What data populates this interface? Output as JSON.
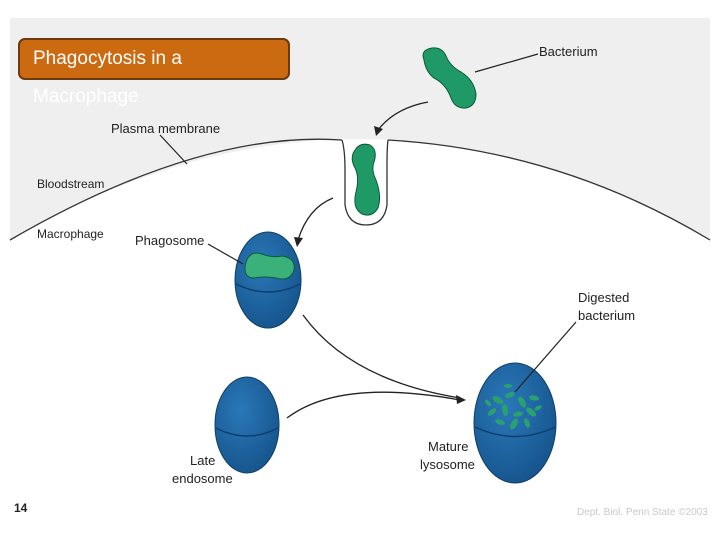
{
  "title": "Phagocytosis in a Macrophage",
  "labels": {
    "bacterium": "Bacterium",
    "plasma_membrane": "Plasma membrane",
    "bloodstream": "Bloodstream",
    "macrophage": "Macrophage",
    "phagosome": "Phagosome",
    "digested_line1": "Digested",
    "digested_line2": "bacterium",
    "late_line1": "Late",
    "late_line2": "endosome",
    "mature_line1": "Mature",
    "mature_line2": "lysosome"
  },
  "slide_number": "14",
  "credit": "Dept. Biol. Penn State ©2003",
  "colors": {
    "title_bg": "#cc6a12",
    "bacterium": "#1f9a66",
    "vesicle": "#1a62a0",
    "bloodstream_bg": "#efefef"
  }
}
